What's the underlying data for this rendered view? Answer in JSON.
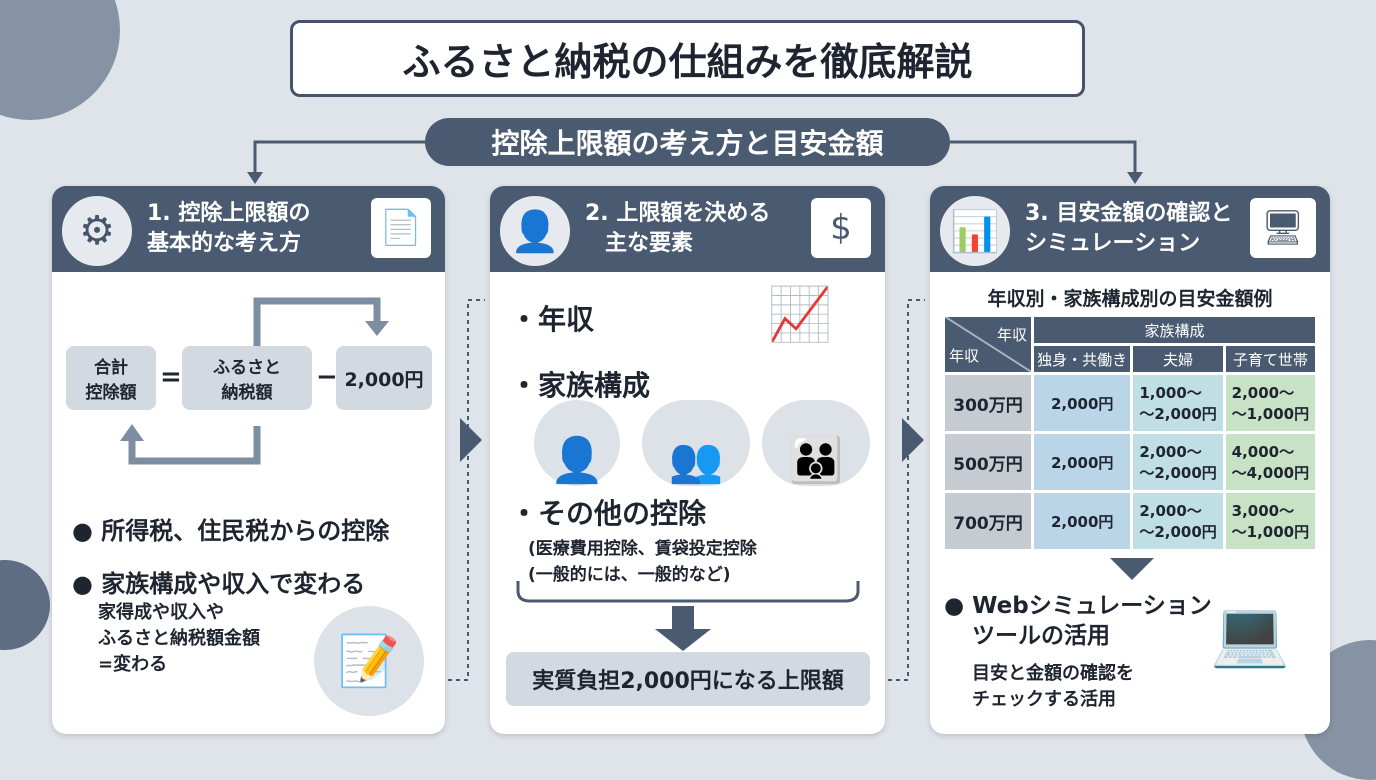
{
  "title": "ふるさと納税の仕組みを徹底解説",
  "subtitle": "控除上限額の考え方と目安金額",
  "panel1": {
    "heading_line1": "1. 控除上限額の",
    "heading_line2": "基本的な考え方",
    "formula": {
      "term1_line1": "合計",
      "term1_line2": "控除額",
      "equals": "=",
      "term2_line1": "ふるさと",
      "term2_line2": "納税額",
      "minus": "−",
      "term3": "2,000円"
    },
    "bullets": [
      "所得税、住民税からの控除",
      "家族構成や収入で変わる"
    ],
    "note": [
      "家得成や収入や",
      "ふるさと納税額金額",
      "=変わる"
    ]
  },
  "panel2": {
    "heading_line1": "2. 上限額を決める",
    "heading_line2": "主な要素",
    "bullets": [
      "・年収",
      "・家族構成",
      "・その他の控除"
    ],
    "note": [
      "(医療費用控除、賃袋投定控除",
      "(一般的には、一般的など)"
    ],
    "result": "実質負担2,000円になる上限額"
  },
  "panel3": {
    "heading_line1": "3. 目安金額の確認と",
    "heading_line2": "シミュレーション",
    "table_title": "年収別・家族構成別の目安金額例",
    "corner_top": "年収",
    "corner_bottom": "年収",
    "group_header": "家族構成",
    "columns": [
      "独身・共働き",
      "夫婦",
      "子育て世帯"
    ],
    "rows": [
      {
        "label": "300万円",
        "cells": [
          "2,000円",
          "1,000〜\n〜2,000円",
          "2,000〜\n〜1,000円"
        ]
      },
      {
        "label": "500万円",
        "cells": [
          "2,000円",
          "2,000〜\n〜2,000円",
          "4,000〜\n〜4,000円"
        ]
      },
      {
        "label": "700万円",
        "cells": [
          "2,000円",
          "2,000〜\n〜2,000円",
          "3,000〜\n〜1,000円"
        ]
      }
    ],
    "web_line1": "● Webシミュレーション",
    "web_line2": "ツールの活用",
    "web_note": [
      "目安と金額の確認を",
      "チェックする活用"
    ]
  },
  "colors": {
    "dark": "#4a5a70",
    "bg": "#dfe3ea",
    "accent_green": "#3f9a5a"
  }
}
